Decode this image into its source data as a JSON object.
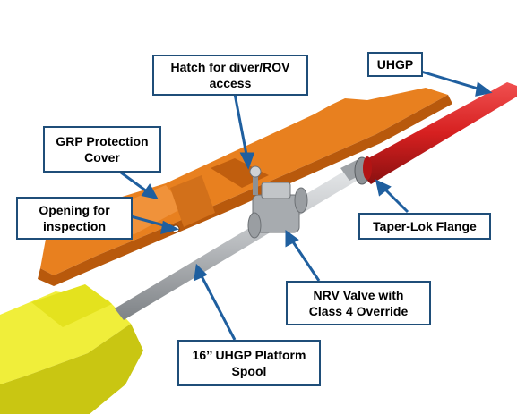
{
  "callouts": {
    "uhgp": "UHGP",
    "hatch": "Hatch for diver/ROV\naccess",
    "grp_cover": "GRP Protection\nCover",
    "opening": "Opening for\ninspection",
    "taperlok": "Taper-Lok Flange",
    "nrv": "NRV Valve with\nClass 4 Override",
    "spool": "16’’ UHGP Platform\nSpool"
  },
  "colors": {
    "callout_border": "#1f4e79",
    "leader_line": "#1f5f9f",
    "cover_orange": "#e07a1c",
    "pipe_red": "#d62020",
    "spool_grey": "#b9bcbf",
    "yellow_base": "#e4e21e"
  }
}
